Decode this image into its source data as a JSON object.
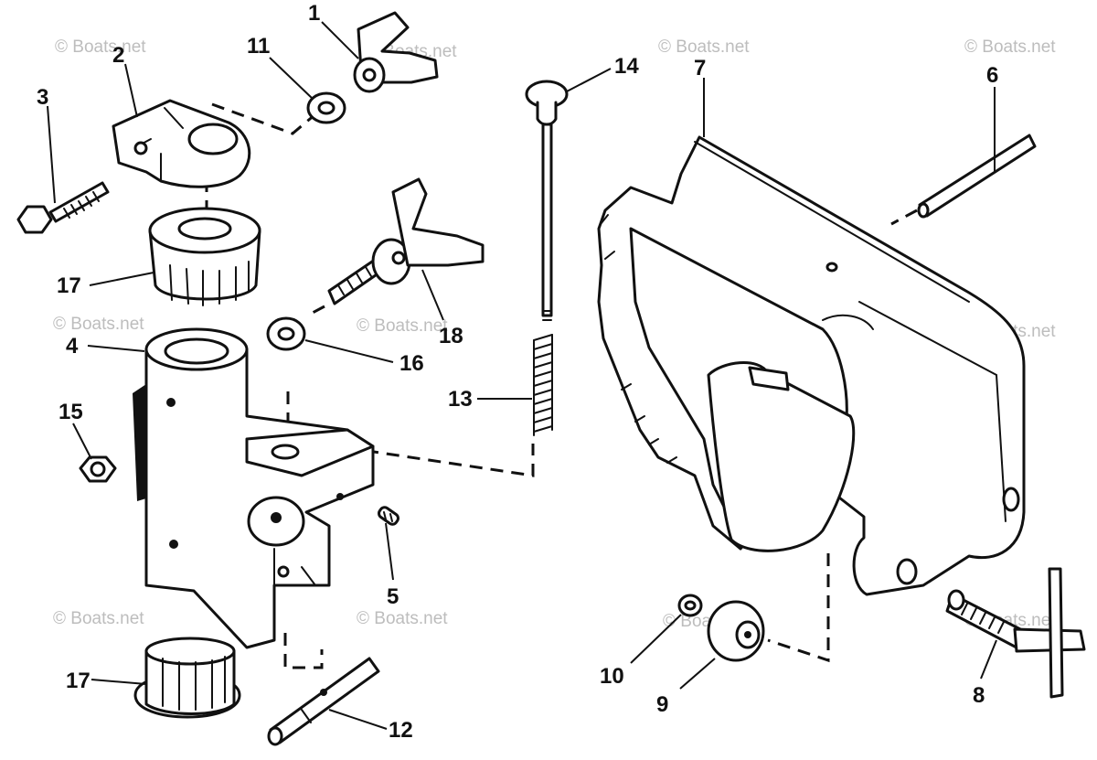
{
  "watermark": "© Boats.net",
  "callouts": [
    {
      "id": "p1",
      "label": "1"
    },
    {
      "id": "p2",
      "label": "2"
    },
    {
      "id": "p3",
      "label": "3"
    },
    {
      "id": "p4",
      "label": "4"
    },
    {
      "id": "p5",
      "label": "5"
    },
    {
      "id": "p6",
      "label": "6"
    },
    {
      "id": "p7",
      "label": "7"
    },
    {
      "id": "p8",
      "label": "8"
    },
    {
      "id": "p9",
      "label": "9"
    },
    {
      "id": "p10",
      "label": "10"
    },
    {
      "id": "p11",
      "label": "11"
    },
    {
      "id": "p12",
      "label": "12"
    },
    {
      "id": "p13",
      "label": "13"
    },
    {
      "id": "p14",
      "label": "14"
    },
    {
      "id": "p15",
      "label": "15"
    },
    {
      "id": "p16",
      "label": "16"
    },
    {
      "id": "p17a",
      "label": "17"
    },
    {
      "id": "p17b",
      "label": "17"
    },
    {
      "id": "p18",
      "label": "18"
    }
  ]
}
